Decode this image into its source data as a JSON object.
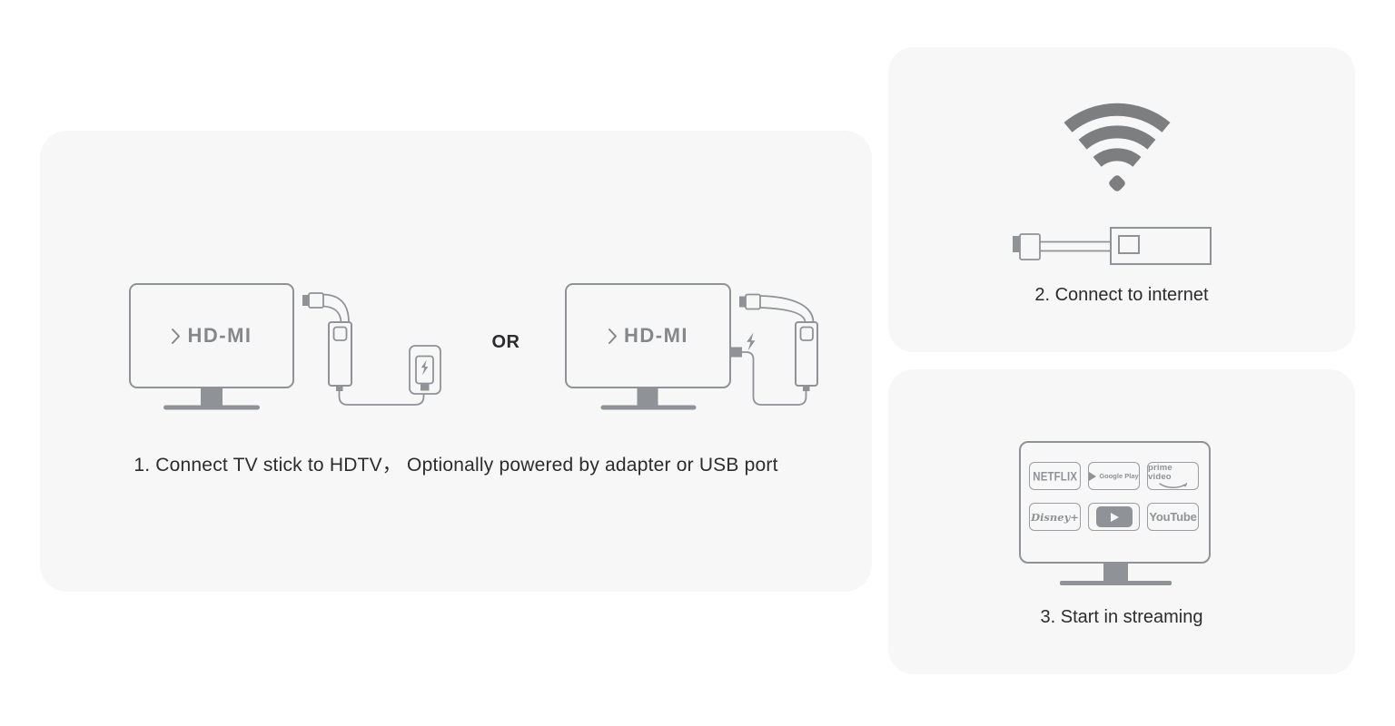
{
  "colors": {
    "page_bg": "#ffffff",
    "panel_bg": "#f7f7f7",
    "line_gray": "#8f9296",
    "line_soft": "#9a9da1",
    "wifi_gray": "#7d7e80",
    "caption_text": "#2c2c2e",
    "label_gray": "#85878a"
  },
  "step1": {
    "caption": "1. Connect TV stick to HDTV， Optionally powered by adapter or USB port",
    "or_label": "OR",
    "tv1_label": "HD-MI",
    "tv2_label": "HD-MI"
  },
  "step2": {
    "caption": "2. Connect to internet"
  },
  "step3": {
    "caption": "3. Start in streaming",
    "apps": {
      "netflix": "NETFLIX",
      "google_play": "Google Play",
      "prime_video": "prime video",
      "disney": "Disney+",
      "youtube": "YouTube"
    }
  }
}
